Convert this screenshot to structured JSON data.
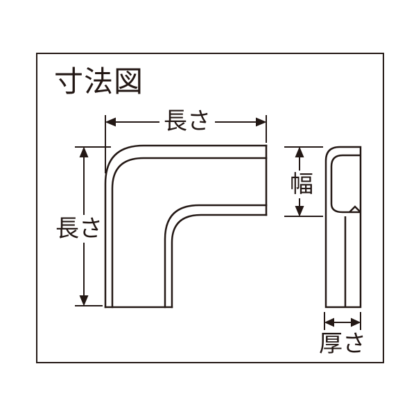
{
  "diagram": {
    "title": "寸法図",
    "labels": {
      "length_top": "長さ",
      "length_left": "長さ",
      "width": "幅",
      "thickness": "厚さ"
    },
    "colors": {
      "line": "#231815",
      "background": "#ffffff"
    }
  }
}
